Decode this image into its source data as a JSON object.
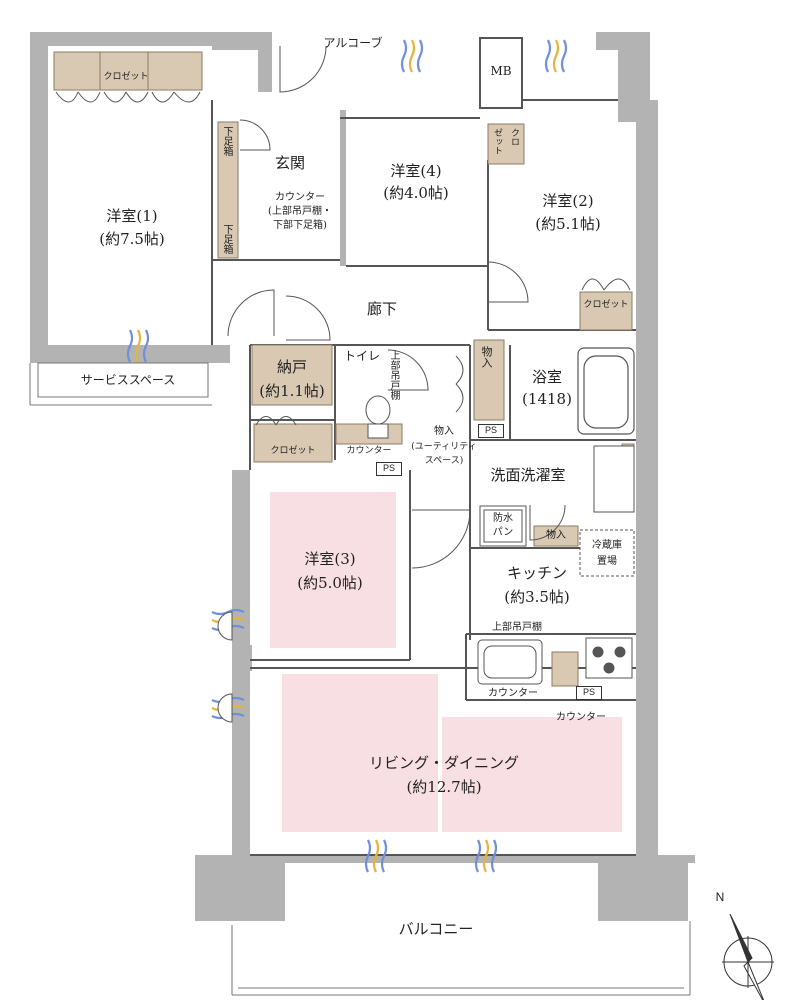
{
  "rooms": {
    "western1": {
      "name": "洋室(1)",
      "size": "(約7.5帖)"
    },
    "western2": {
      "name": "洋室(2)",
      "size": "(約5.1帖)"
    },
    "western3": {
      "name": "洋室(3)",
      "size": "(約5.0帖)"
    },
    "western4": {
      "name": "洋室(4)",
      "size": "(約4.0帖)"
    },
    "storage": {
      "name": "納戸",
      "size": "(約1.1帖)"
    },
    "bath": {
      "name": "浴室",
      "size": "(1418)"
    },
    "kitchen": {
      "name": "キッチン",
      "size": "(約3.5帖)"
    },
    "living": {
      "name": "リビング・ダイニング",
      "size": "(約12.7帖)"
    }
  },
  "labels": {
    "alcove": "アルコーブ",
    "mb": "MB",
    "entrance": "玄関",
    "counter_line1": "カウンター",
    "counter_line2": "(上部吊戸棚・",
    "counter_line3": "下部下足箱)",
    "shoebox": "下足箱",
    "hallway": "廊下",
    "service_space": "サービススペース",
    "toilet": "トイレ",
    "upper_cabinet_vert": "上部吊戸棚",
    "toilet_counter": "カウンター",
    "storage_in": "物入",
    "utility_line1": "物入",
    "utility_line2": "(ユーティリティ",
    "utility_line3": "スペース)",
    "washroom": "洗面洗濯室",
    "waterproof_line1": "防水",
    "waterproof_line2": "パン",
    "fridge_line1": "冷蔵庫",
    "fridge_line2": "置場",
    "upper_cabinet": "上部吊戸棚",
    "kitchen_counter": "カウンター",
    "living_counter": "カウンター",
    "balcony": "バルコニー",
    "closet": "クロゼット",
    "closet_split_a": "ゼット",
    "closet_split_b": "クロ",
    "ps": "PS",
    "north": "N"
  },
  "colors": {
    "wall": "#b3b3b3",
    "closet": "#d9c9b2",
    "highlight": "#f8dfe3",
    "window_blue": "#6f8fd6",
    "window_yellow": "#e3b53a"
  }
}
